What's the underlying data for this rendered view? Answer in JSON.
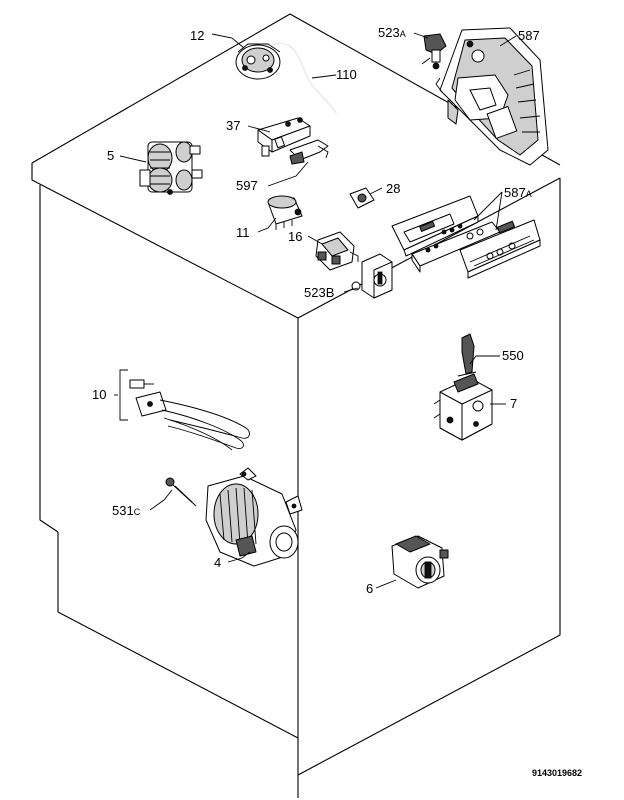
{
  "callouts": {
    "p12": "12",
    "p110": "110",
    "p523a": "523",
    "p523a_suffix": "A",
    "p587": "587",
    "p37": "37",
    "p5": "5",
    "p597": "597",
    "p28": "28",
    "p587a": "587",
    "p587a_suffix": "A",
    "p11": "11",
    "p16": "16",
    "p523b": "523B",
    "p550": "550",
    "p10": "10",
    "p7": "7",
    "p531c": "531",
    "p531c_suffix": "C",
    "p4": "4",
    "p6": "6"
  },
  "drawing_reference": "9143019682"
}
